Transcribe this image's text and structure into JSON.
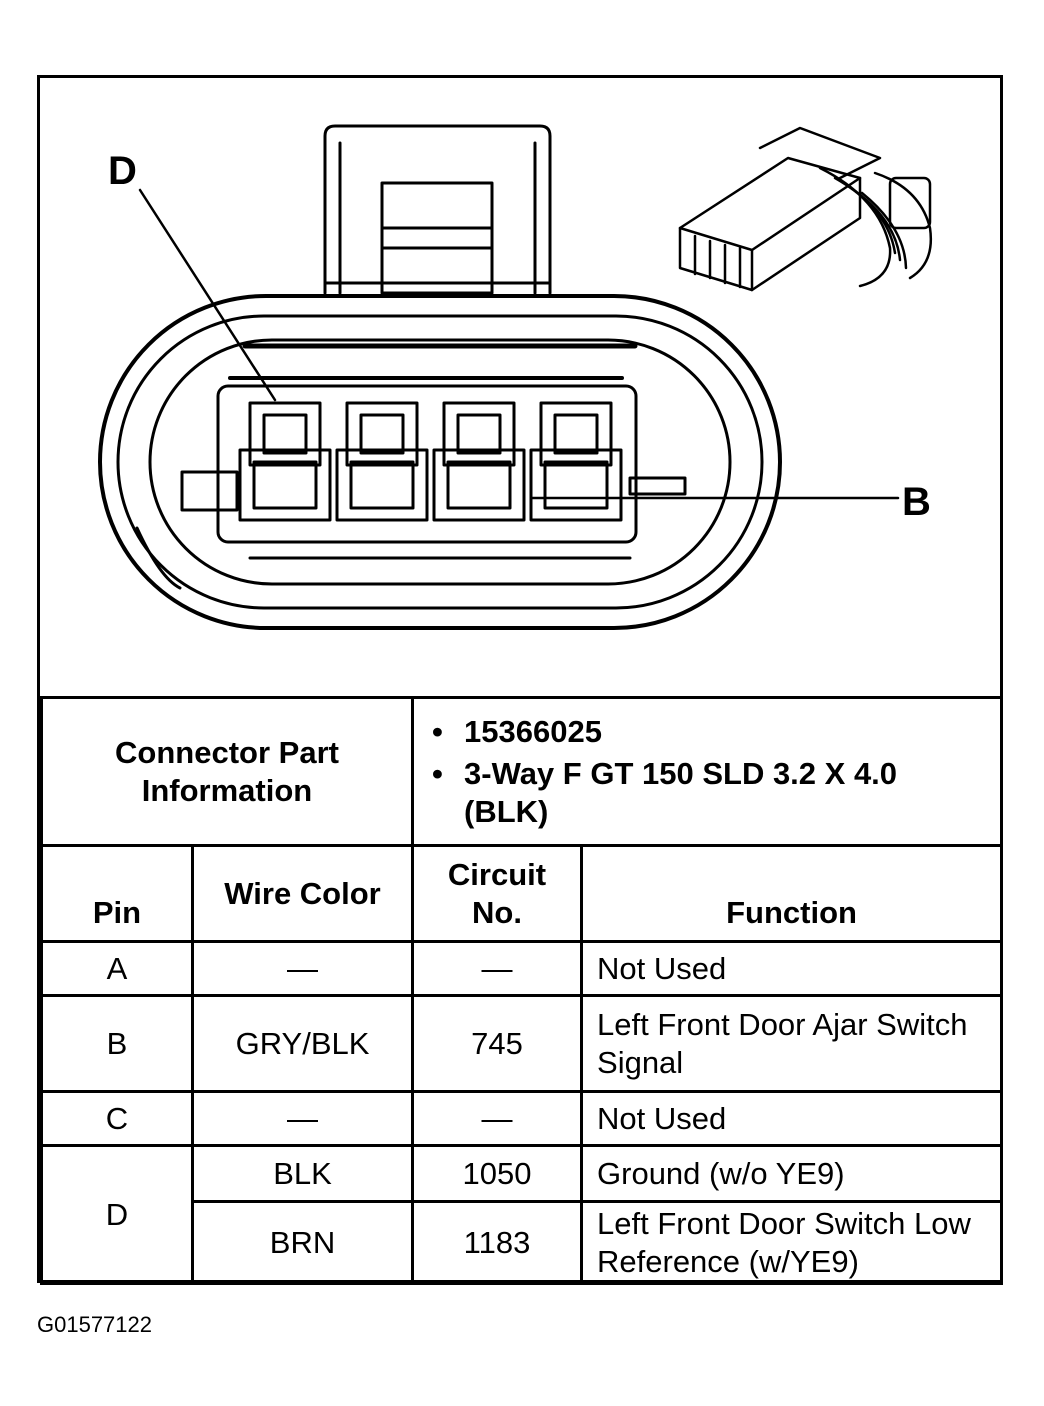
{
  "callouts": {
    "pin_d": "D",
    "pin_b": "B"
  },
  "connector_info": {
    "label": "Connector Part Information",
    "items": [
      "15366025",
      "3-Way F GT 150 SLD 3.2 X 4.0 (BLK)"
    ]
  },
  "columns": {
    "pin": "Pin",
    "wire_color": "Wire Color",
    "circuit_no": "Circuit No.",
    "function": "Function"
  },
  "rows": [
    {
      "pin": "A",
      "wire_color": "—",
      "circuit": "—",
      "function": "Not Used"
    },
    {
      "pin": "B",
      "wire_color": "GRY/BLK",
      "circuit": "745",
      "function": "Left Front Door Ajar Switch Signal"
    },
    {
      "pin": "C",
      "wire_color": "—",
      "circuit": "—",
      "function": "Not Used"
    },
    {
      "pin": "D",
      "wire_color": "BLK",
      "circuit": "1050",
      "function": "Ground (w/o YE9)"
    },
    {
      "pin": "D",
      "wire_color": "BRN",
      "circuit": "1183",
      "function": "Left Front Door Switch Low Reference (w/YE9)"
    }
  ],
  "figure_id": "G01577122"
}
